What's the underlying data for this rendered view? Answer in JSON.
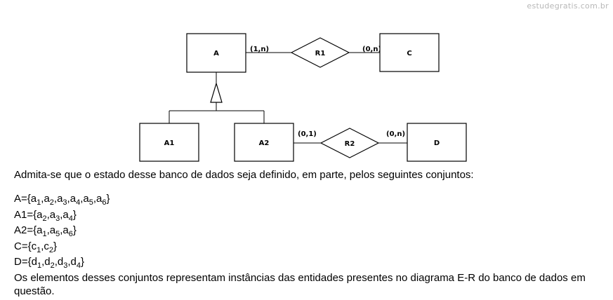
{
  "watermark": "estudegratis.com.br",
  "diagram": {
    "entities": {
      "a": "A",
      "c": "C",
      "a1": "A1",
      "a2": "A2",
      "d": "D"
    },
    "relationships": {
      "r1": "R1",
      "r2": "R2"
    },
    "cardinalities": {
      "a_r1": "(1,n)",
      "r1_c": "(0,n)",
      "a2_r2": "(0,1)",
      "r2_d": "(0,n)"
    }
  },
  "text": {
    "intro": "Admita-se que o estado desse banco de dados seja definido, em parte, pelos seguintes conjuntos:",
    "outro": "Os elementos desses conjuntos representam instâncias das entidades presentes no diagrama E-R do banco de dados em questão."
  },
  "sets": [
    {
      "name": "A",
      "prefix": "a",
      "indices": [
        "1",
        "2",
        "3",
        "4",
        "5",
        "6"
      ]
    },
    {
      "name": "A1",
      "prefix": "a",
      "indices": [
        "2",
        "3",
        "4"
      ]
    },
    {
      "name": "A2",
      "prefix": "a",
      "indices": [
        "1",
        "5",
        "6"
      ]
    },
    {
      "name": "C",
      "prefix": "c",
      "indices": [
        "1",
        "2"
      ]
    },
    {
      "name": "D",
      "prefix": "d",
      "indices": [
        "1",
        "2",
        "3",
        "4"
      ]
    }
  ]
}
